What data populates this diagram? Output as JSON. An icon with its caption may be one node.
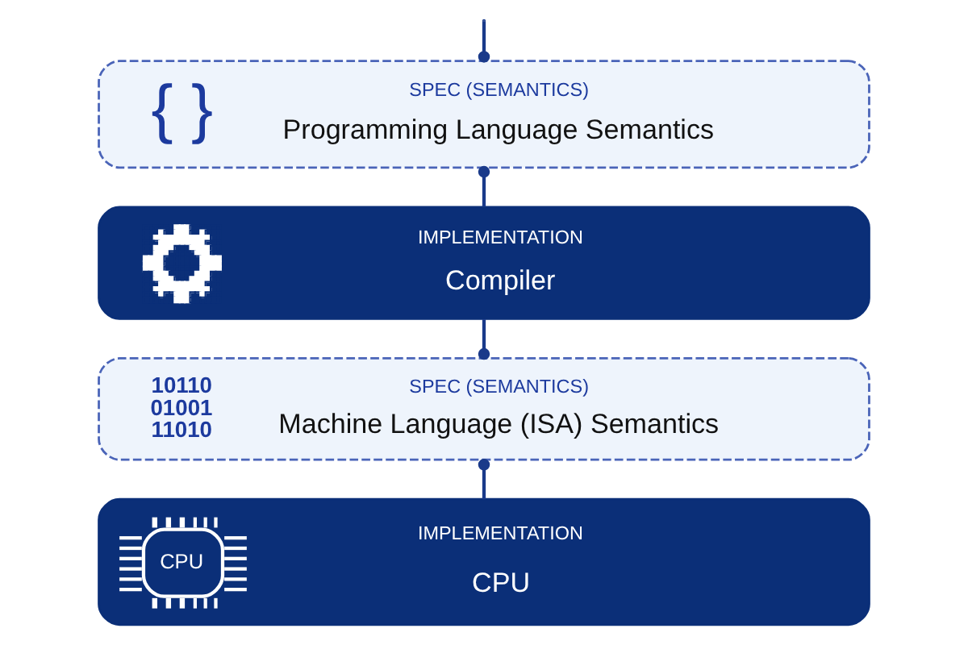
{
  "diagram": {
    "nodes": [
      {
        "text": [
          "{ }",
          "SPEC (SEMANTICS)",
          "Programming Language Semantics"
        ]
      },
      {
        "text": [
          "IMPLEMENTATION",
          "Compiler"
        ]
      },
      {
        "text": [
          "10110 01001 11010",
          "SPEC (SEMANTICS)",
          "Machine Language (ISA) Semantics"
        ]
      },
      {
        "text": [
          "CPU",
          "IMPLEMENTATION",
          "CPU"
        ]
      }
    ],
    "edges": [
      {
        "from": null,
        "to": 0,
        "arrow": "other"
      },
      {
        "from": 0,
        "to": 1,
        "arrow": "other"
      },
      {
        "from": 1,
        "to": 2,
        "arrow": "other"
      },
      {
        "from": 2,
        "to": 3,
        "arrow": "other"
      }
    ]
  }
}
